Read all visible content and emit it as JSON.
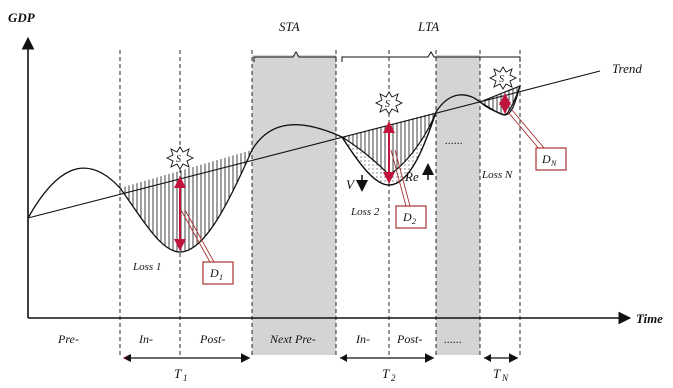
{
  "axes": {
    "y_label": "GDP",
    "x_label": "Time",
    "trend_label": "Trend"
  },
  "brackets": {
    "sta": "STA",
    "lta": "LTA"
  },
  "phases": {
    "pre": "Pre-",
    "in_1": "In-",
    "post_1": "Post-",
    "next_pre": "Next Pre-",
    "in_2": "In-",
    "post_2": "Post-",
    "dots_bottom": "......",
    "dots_top": "......"
  },
  "periods": {
    "t1": "T",
    "t1_sub": "1",
    "t2": "T",
    "t2_sub": "2",
    "tn": "T",
    "tn_sub": "N"
  },
  "losses": {
    "loss_1": "Loss 1",
    "loss_2": "Loss 2",
    "loss_n": "Loss N"
  },
  "callouts": {
    "d1": "D",
    "d1_sub": "1",
    "d2": "D",
    "d2_sub": "2",
    "dn": "D",
    "dn_sub": "N"
  },
  "shocks": {
    "s1": "S",
    "s2": "S",
    "s3": "S"
  },
  "recovery_labels": {
    "v": "V",
    "re": "Re"
  },
  "colors": {
    "shade": "#d4d4d4",
    "callout_border": "#a83232",
    "arrow_red": "#c0143c",
    "ink": "#111111"
  }
}
